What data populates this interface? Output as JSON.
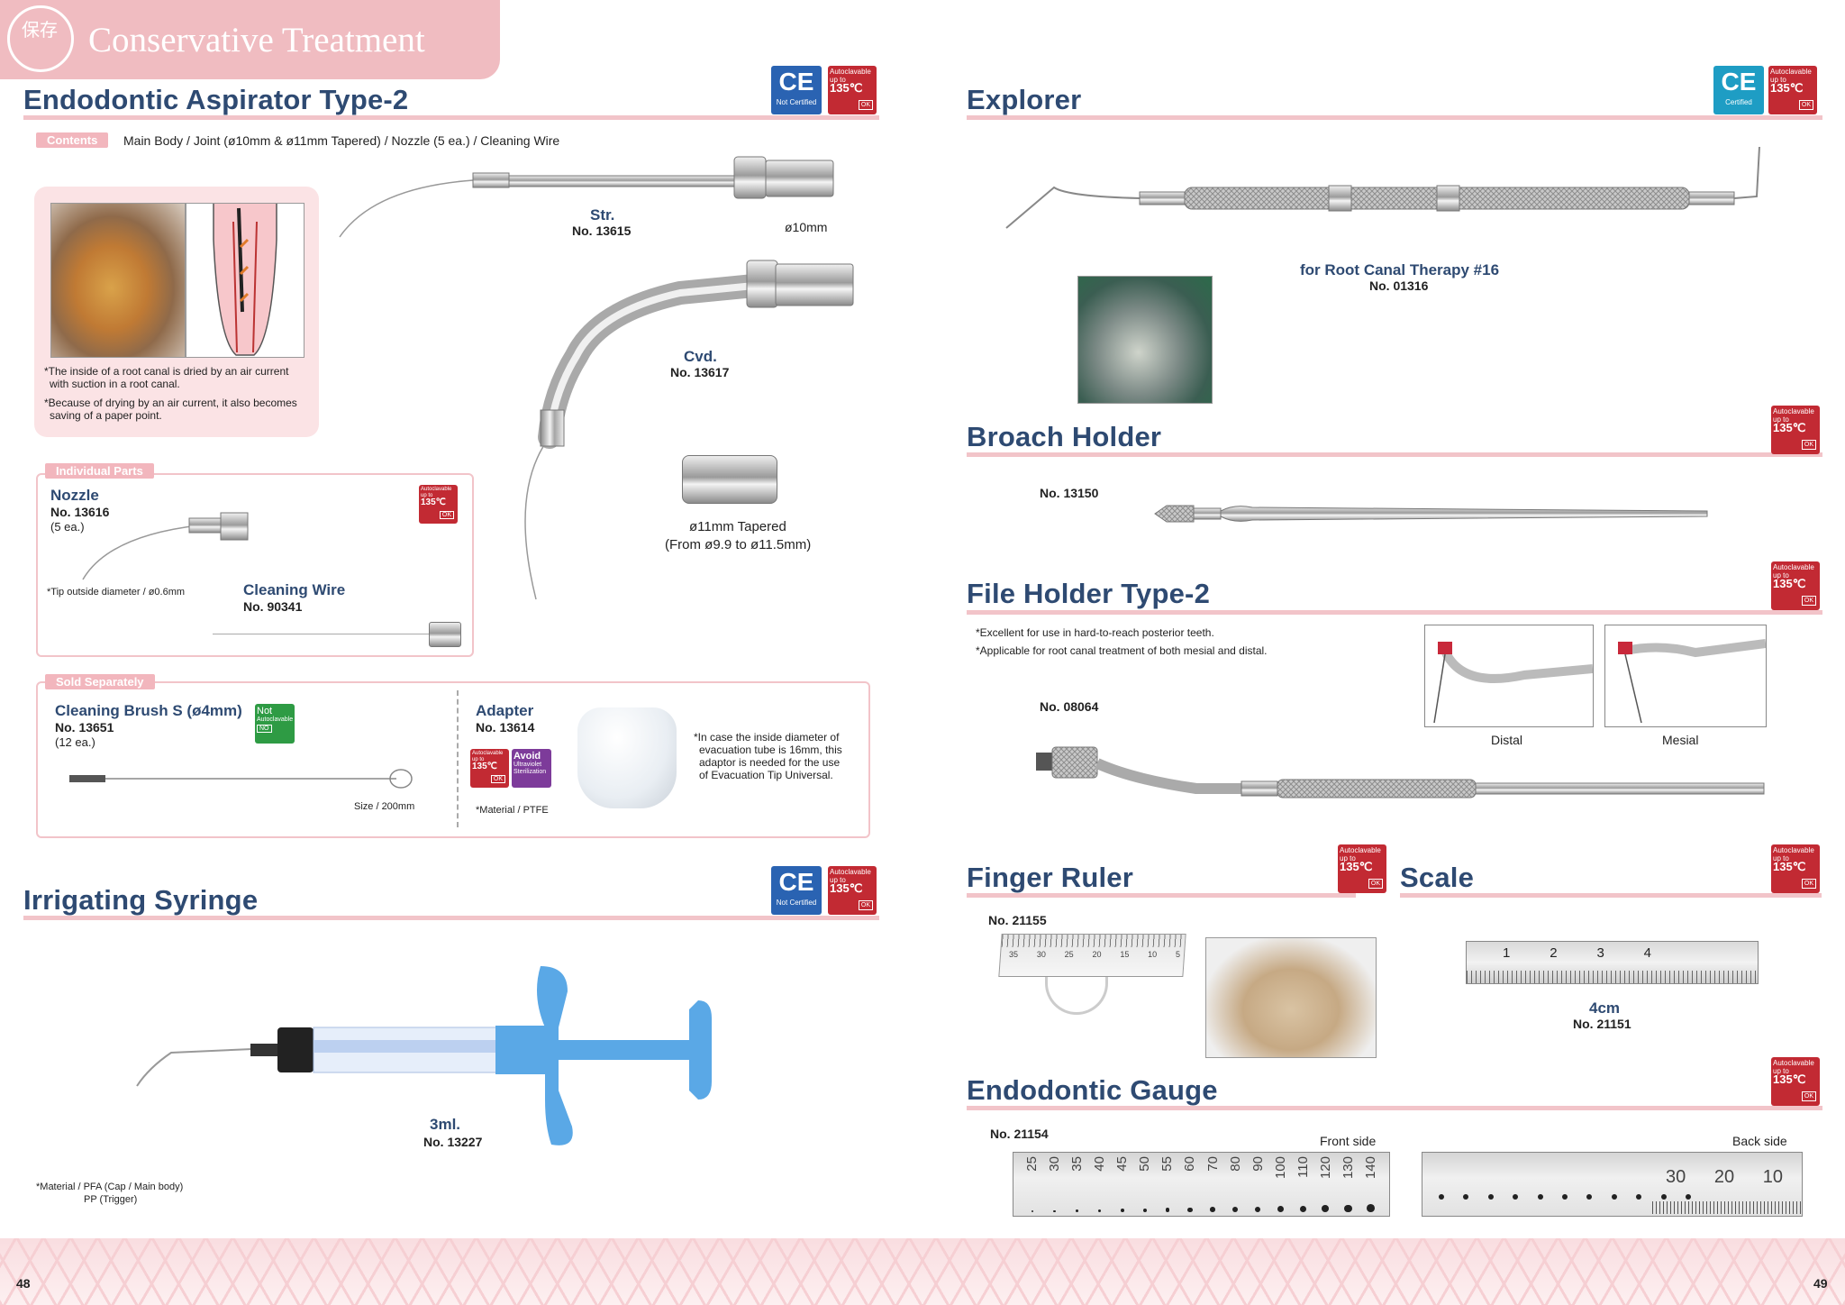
{
  "section_title": "Conservative Treatment",
  "section_kanji": "保存",
  "badges": {
    "autoclavable_line1": "Autoclavable",
    "autoclavable_line2": "up to",
    "temp": "135℃",
    "ok": "OK",
    "ce_not_certified": "Not Certified",
    "ce_certified": "Certified",
    "not_autoclavable_line1": "Not",
    "not_autoclavable_line2": "Autoclavable",
    "no": "NO",
    "avoid": "Avoid",
    "avoid_sub": "Ultraviolet Sterilization",
    "ce_mark": "CE"
  },
  "aspirator": {
    "title": "Endodontic Aspirator Type-2",
    "contents_label": "Contents",
    "contents_text": "Main Body / Joint (ø10mm & ø11mm Tapered) / Nozzle (5 ea.) / Cleaning Wire",
    "note1": "*The inside of a root canal is dried by an air current",
    "note1b": "with suction in a root canal.",
    "note2": "*Because of drying by an air current, it also becomes",
    "note2b": "saving of a paper point.",
    "str_label": "Str.",
    "str_no": "No. 13615",
    "d10": "ø10mm",
    "cvd_label": "Cvd.",
    "cvd_no": "No. 13617",
    "tapered": "ø11mm Tapered",
    "tapered_range": "(From ø9.9 to ø11.5mm)"
  },
  "parts": {
    "tag": "Individual Parts",
    "nozzle": "Nozzle",
    "nozzle_no": "No. 13616",
    "nozzle_qty": "(5 ea.)",
    "tip": "*Tip outside diameter / ø0.6mm",
    "wire": "Cleaning Wire",
    "wire_no": "No. 90341"
  },
  "sold": {
    "tag": "Sold Separately",
    "brush": "Cleaning Brush S (ø4mm)",
    "brush_no": "No. 13651",
    "brush_qty": "(12 ea.)",
    "size": "Size / 200mm",
    "adapter": "Adapter",
    "adapter_no": "No. 13614",
    "material": "*Material /  PTFE",
    "note1": "*In case the inside diameter of",
    "note2": "evacuation tube is 16mm, this",
    "note3": "adaptor is needed for the use",
    "note4": "of Evacuation Tip Universal."
  },
  "syringe": {
    "title": "Irrigating Syringe",
    "vol": "3ml.",
    "no": "No. 13227",
    "mat1": "*Material / PFA (Cap / Main body)",
    "mat2": "PP (Trigger)"
  },
  "explorer": {
    "title": "Explorer",
    "desc": "for Root Canal Therapy #16",
    "no": "No. 01316"
  },
  "broach": {
    "title": "Broach Holder",
    "no": "No. 13150"
  },
  "file_holder": {
    "title": "File Holder Type-2",
    "note1": "*Excellent for use in hard-to-reach posterior teeth.",
    "note2": "*Applicable for root canal treatment of both mesial and distal.",
    "no": "No. 08064",
    "distal": "Distal",
    "mesial": "Mesial"
  },
  "finger_ruler": {
    "title": "Finger Ruler",
    "no": "No. 21155",
    "ticks": [
      "35",
      "30",
      "25",
      "20",
      "15",
      "10",
      "5"
    ]
  },
  "scale": {
    "title": "Scale",
    "size": "4cm",
    "no": "No. 21151",
    "ticks": [
      "1",
      "2",
      "3",
      "4"
    ]
  },
  "gauge": {
    "title": "Endodontic Gauge",
    "no": "No. 21154",
    "front": "Front side",
    "back": "Back side",
    "front_values": [
      "25",
      "30",
      "35",
      "40",
      "45",
      "50",
      "55",
      "60",
      "70",
      "80",
      "90",
      "100",
      "110",
      "120",
      "130",
      "140"
    ],
    "back_values": [
      "30",
      "20",
      "10"
    ]
  },
  "pages": {
    "left": "48",
    "right": "49"
  }
}
